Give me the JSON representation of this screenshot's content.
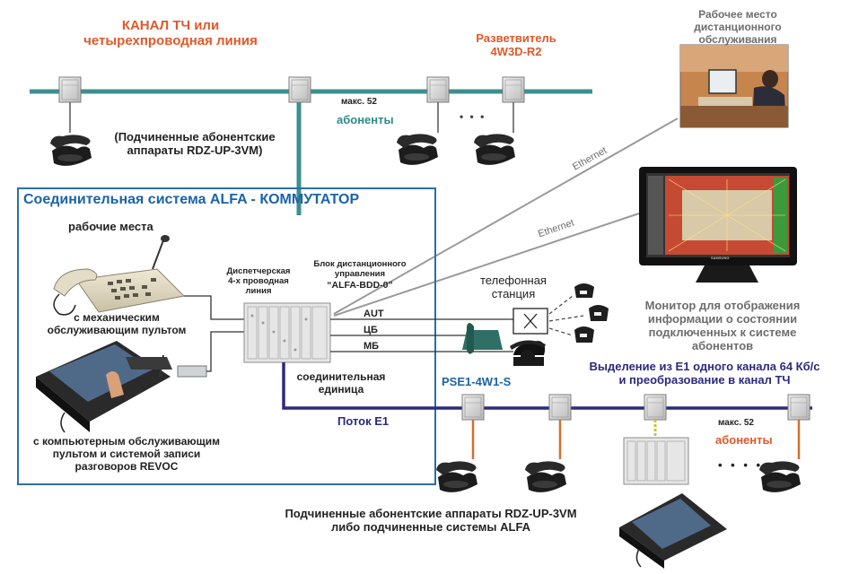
{
  "colors": {
    "teal_line": "#3e8f8e",
    "navy_line": "#2b2a7c",
    "box_border": "#2a6fa8",
    "orange_text": "#e0592a",
    "blue_text": "#1b63a8",
    "teal_text": "#2c8c8a",
    "navy_text": "#2b2a7c",
    "gray_text": "#6d6d6d"
  },
  "top": {
    "channel_title_line1": "КАНАЛ ТЧ или",
    "channel_title_line2": "четырехпроводная линия",
    "splitter_line1": "Разветвитель",
    "splitter_line2": "4W3D-R2",
    "max_label": "макс. 52",
    "subscribers_label": "абоненты",
    "slave_sets_line1": "(Подчиненные абонентские",
    "slave_sets_line2": "аппараты RDZ-UP-3VM)",
    "dots": "• • •"
  },
  "remote_workplace": {
    "line1": "Рабочее место",
    "line2": "дистанционного",
    "line3": "обслуживания"
  },
  "ethernet": {
    "label1": "Ethernet",
    "label2": "Ethernet"
  },
  "monitor": {
    "brand": "SAMSUNG",
    "caption_line1": "Монитор для отображения",
    "caption_line2": "информации о состоянии",
    "caption_line3": "подключенных к системе",
    "caption_line4": "абонентов"
  },
  "system_box": {
    "title": "Соединительная система ALFA - КОММУТАТОР",
    "workplaces": "рабочие места",
    "mech_console_line1": "с механическим",
    "mech_console_line2": "обслуживающим пультом",
    "pc_console_line1": "с компьютерным обслуживающим",
    "pc_console_line2": "пультом и системой записи",
    "pc_console_line3": "разговоров REVOC",
    "dispatch_line1": "Диспетчерская",
    "dispatch_line2": "4-х проводная",
    "dispatch_line3": "линия",
    "remote_unit_line1": "Блок дистанционного",
    "remote_unit_line2": "управления",
    "remote_unit_line3": "“ALFA-BDD-0”",
    "connection_unit_line1": "соединительная",
    "connection_unit_line2": "единица",
    "stream": "Поток Е1"
  },
  "phone_station": {
    "line1": "телефонная",
    "line2": "станция",
    "aut": "AUT",
    "cb": "ЦБ",
    "mb": "МБ"
  },
  "bottom": {
    "pse": "PSE1-4W1-S",
    "extract_line1": "Выделение из Е1 одного канала 64 Кб/с",
    "extract_line2": "и преобразование в канал ТЧ",
    "max_label": "макс. 52",
    "subscribers_label": "абоненты",
    "dots": "• • • •",
    "slave_sets_line1": "Подчиненные абонентские аппараты RDZ-UP-3VM",
    "slave_sets_line2": "либо подчиненные системы ALFA"
  }
}
